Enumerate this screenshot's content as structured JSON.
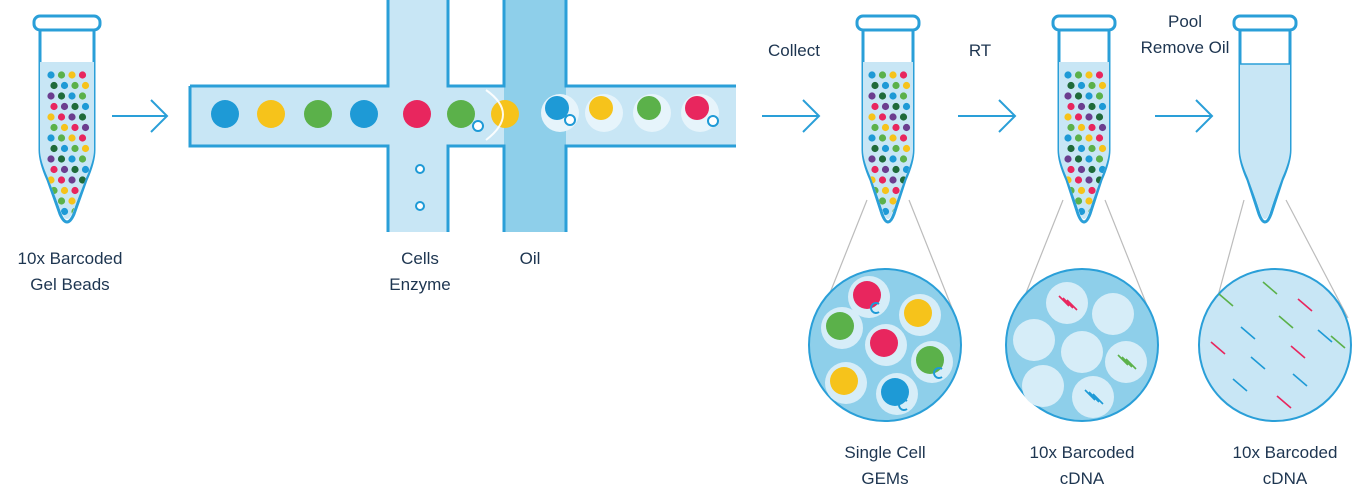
{
  "labels": {
    "gel_beads": [
      "10x Barcoded",
      "Gel Beads"
    ],
    "cells_enzyme": [
      "Cells",
      "Enzyme"
    ],
    "oil": "Oil",
    "collect": "Collect",
    "rt": "RT",
    "pool_remove_oil": [
      "Pool",
      "Remove Oil"
    ],
    "single_cell_gems": [
      "Single Cell",
      "GEMs"
    ],
    "barcoded_cdna_1": [
      "10x Barcoded",
      "cDNA"
    ],
    "barcoded_cdna_2": [
      "10x Barcoded",
      "cDNA"
    ]
  },
  "colors": {
    "blue": "#1e9ad6",
    "yellow": "#f6c31b",
    "green": "#5bb14a",
    "red": "#e8265e",
    "purple": "#6b3d8f",
    "dark_green": "#1f6b3a",
    "outline": "#2a9fd8",
    "channel_fill": "#c8e6f5",
    "oil_fill": "#8ecfea",
    "text": "#1d3550"
  },
  "channel_beads": [
    "blue",
    "yellow",
    "green",
    "blue",
    "red",
    "green",
    "yellow"
  ],
  "channel_gems": [
    "blue",
    "yellow",
    "green",
    "red"
  ]
}
